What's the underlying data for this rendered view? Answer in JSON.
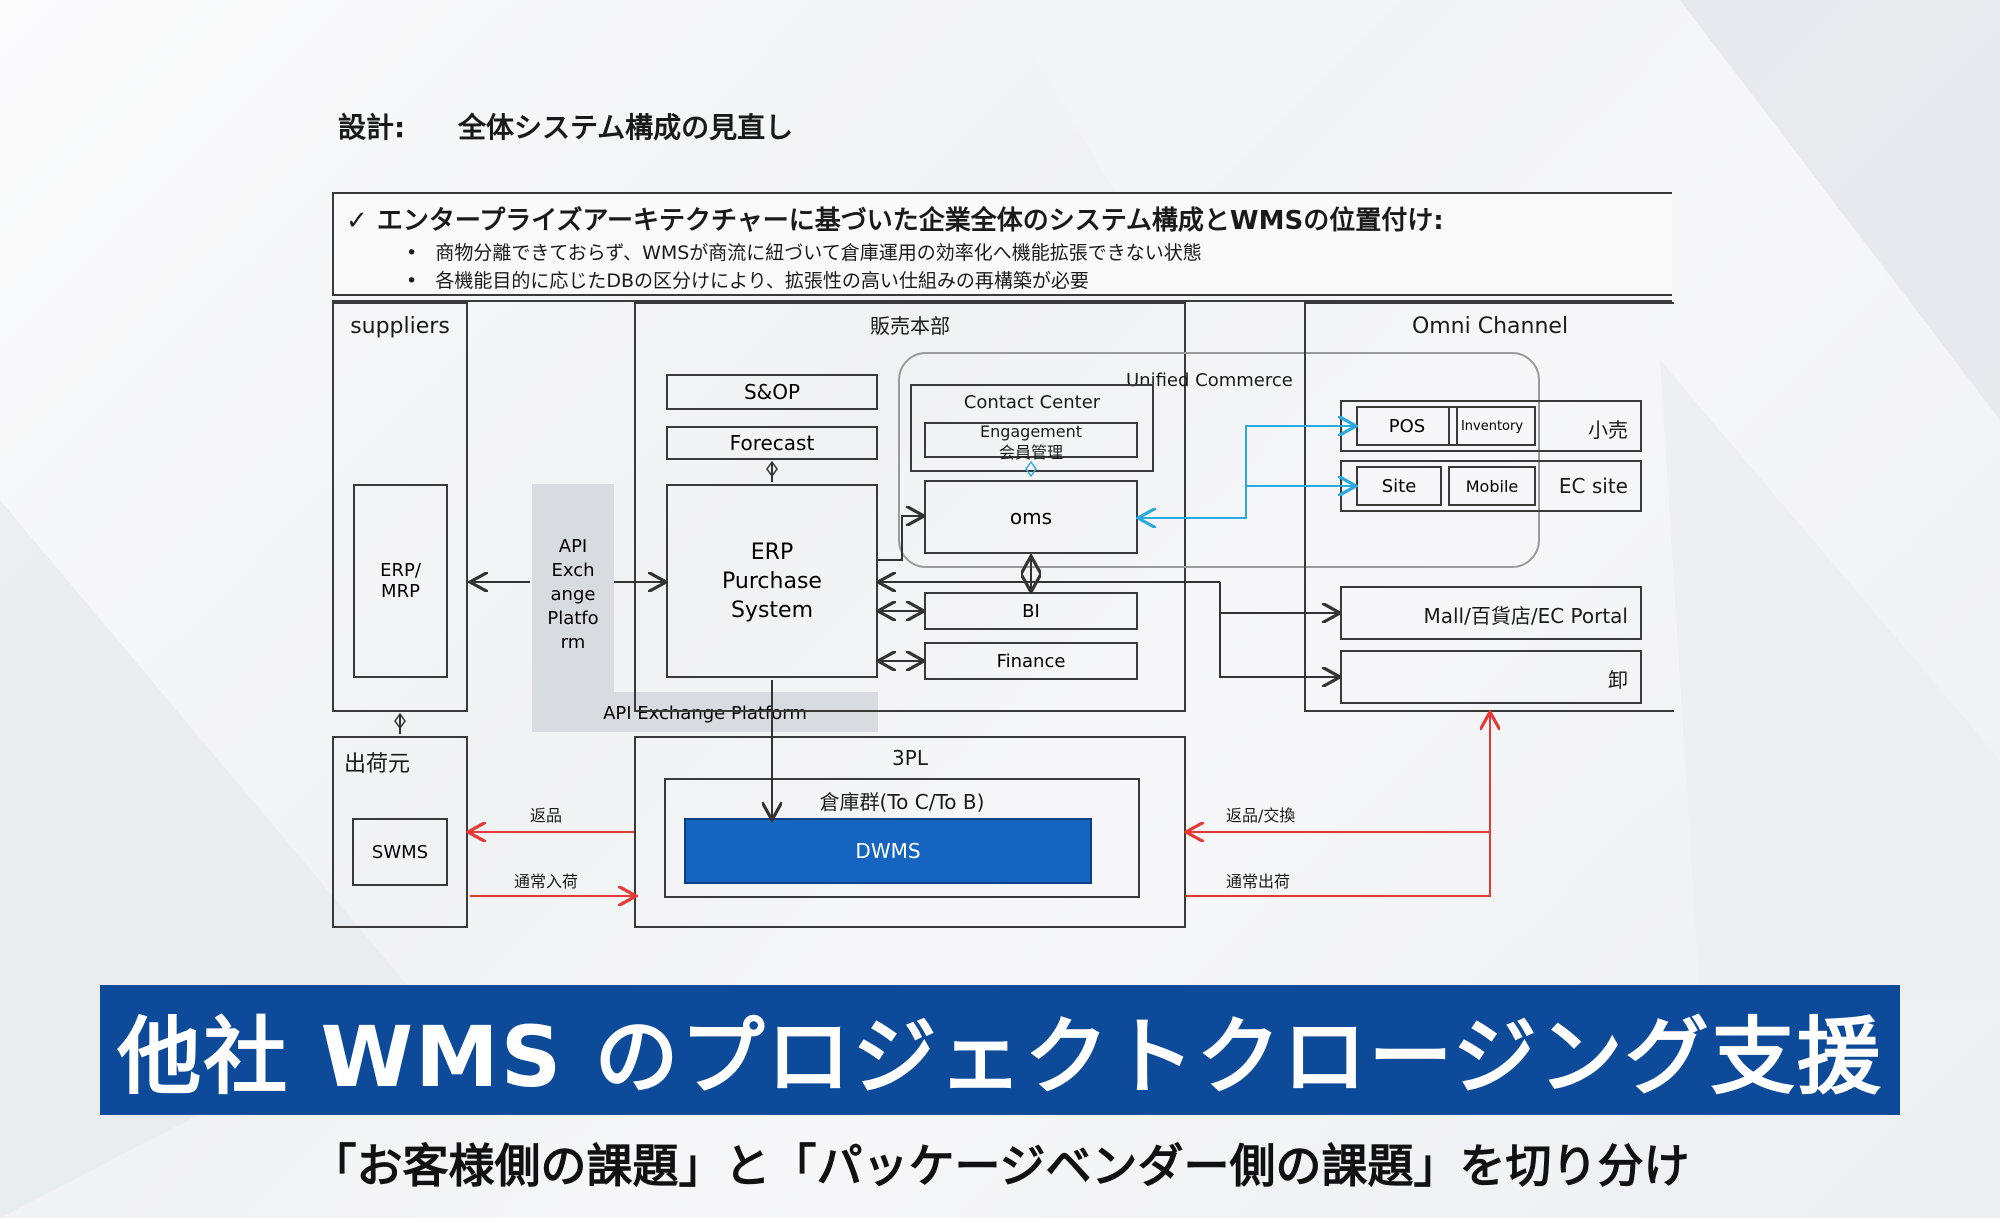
{
  "header": {
    "design_label": "設計:",
    "title": "全体システム構成の見直し"
  },
  "intro": {
    "check": "✓",
    "heading": "エンタープライズアーキテクチャーに基づいた企業全体のシステム構成とWMSの位置付け:",
    "bullets": [
      "商物分離できておらず、WMSが商流に紐づいて倉庫運用の効率化へ機能拡張できない状態",
      "各機能目的に応じたDBの区分けにより、拡張性の高い仕組みの再構築が必要"
    ],
    "bullet_mark": "•"
  },
  "diagram": {
    "suppliers": {
      "title": "suppliers",
      "erp_mrp": "ERP/\nMRP"
    },
    "shipper": {
      "title": "出荷元",
      "swms": "SWMS"
    },
    "api_vertical": "API\nExch\nange\nPlatfo\nrm",
    "api_horizontal": "API Exchange Platform",
    "sales_hq": {
      "title": "販売本部",
      "sop": "S&OP",
      "forecast": "Forecast",
      "erp": "ERP\nPurchase\nSystem",
      "contact_center": "Contact Center",
      "engagement": "Engagement",
      "member_mgmt": "会員管理",
      "oms": "oms",
      "bi": "BI",
      "finance": "Finance"
    },
    "unified_commerce": "Unified Commerce",
    "omni": {
      "title": "Omni Channel",
      "pos": "POS",
      "inventory": "Inventory",
      "retail": "小売",
      "site": "Site",
      "mobile": "Mobile",
      "ec_site": "EC site",
      "mall": "Mall/百貨店/EC Portal",
      "wholesale": "卸"
    },
    "tpl": {
      "title": "3PL",
      "warehouse": "倉庫群(To C/To B)",
      "dwms": "DWMS"
    },
    "flows": {
      "return_left": "返品",
      "inbound_left": "通常入荷",
      "return_right": "返品/交換",
      "outbound_right": "通常出荷"
    }
  },
  "banner": {
    "title": "他社 WMS のプロジェクトクロージング支援",
    "subtitle": "「お客様側の課題」と「パッケージベンダー側の課題」を切り分け"
  },
  "colors": {
    "banner": "#0d4a9a",
    "dwms": "#1565c0",
    "blue_arrow": "#29a9df",
    "red_arrow": "#e53935"
  }
}
